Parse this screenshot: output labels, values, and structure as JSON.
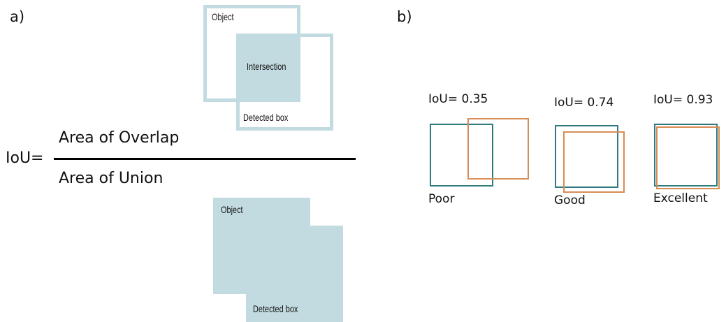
{
  "colors": {
    "region_fill": "#c2dbe0",
    "ground_truth": "#2e7a80",
    "prediction": "#d88c55",
    "text": "#111111"
  },
  "panel_a": {
    "label": "a)",
    "intersection_diagram": {
      "object_label": "Object",
      "intersection_label": "Intersection",
      "detected_label": "Detected box"
    },
    "formula": {
      "lhs": "IoU=",
      "numerator": "Area of Overlap",
      "denominator": "Area of Union"
    },
    "union_diagram": {
      "object_label": "Object",
      "detected_label": "Detected box"
    }
  },
  "panel_b": {
    "label": "b)",
    "examples": [
      {
        "iou_label": "IoU= 0.35",
        "iou": 0.35,
        "quality": "Poor"
      },
      {
        "iou_label": "IoU= 0.74",
        "iou": 0.74,
        "quality": "Good"
      },
      {
        "iou_label": "IoU= 0.93",
        "iou": 0.93,
        "quality": "Excellent"
      }
    ]
  }
}
